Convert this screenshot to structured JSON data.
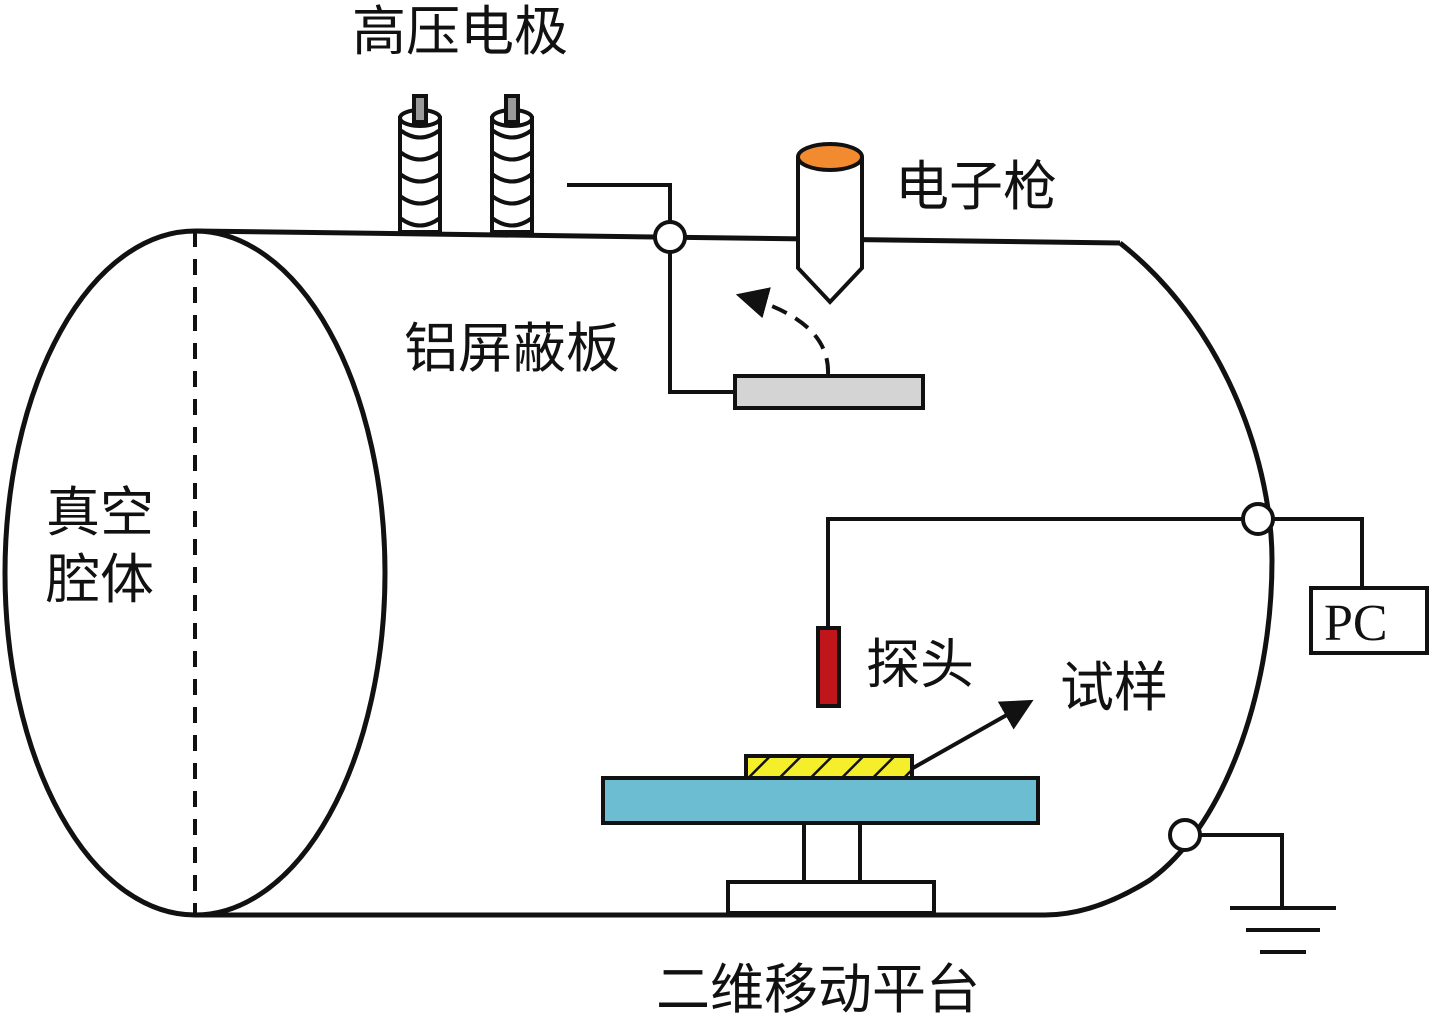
{
  "labels": {
    "hv_electrode": "高压电极",
    "electron_gun": "电子枪",
    "al_shield": "铝屏蔽板",
    "vacuum_chamber_line1": "真空",
    "vacuum_chamber_line2": "腔体",
    "pc": "PC",
    "probe": "探头",
    "sample": "试样",
    "stage": "二维移动平台"
  },
  "colors": {
    "electron_gun_tip": "#f28a30",
    "shield_plate": "#d4d4d4",
    "probe": "#c0151b",
    "sample": "#f5ee2a",
    "stage_table": "#6cbcd2",
    "outline": "#111111"
  }
}
